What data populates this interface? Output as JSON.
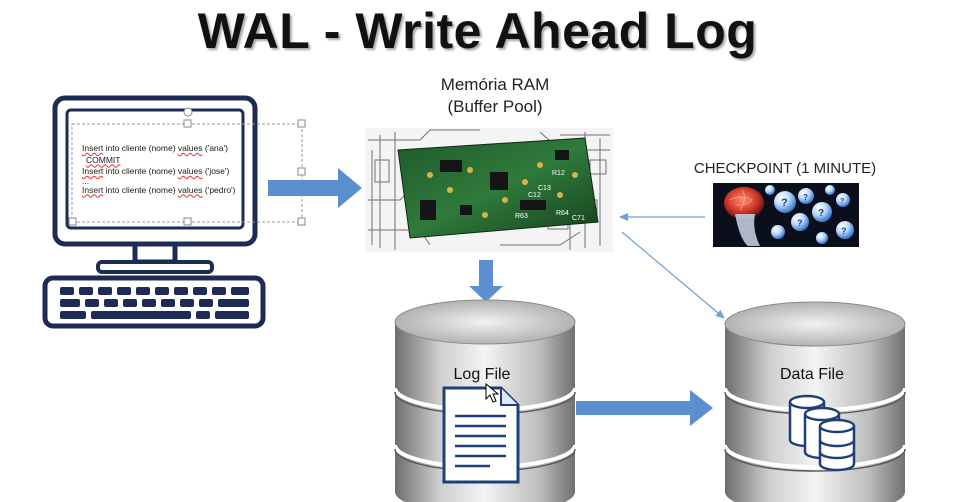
{
  "title": "WAL - Write Ahead Log",
  "memory": {
    "line1": "Memória RAM",
    "line2": "(Buffer Pool)"
  },
  "checkpoint": {
    "label": "CHECKPOINT (1 MINUTE)"
  },
  "terminal": {
    "lines": [
      {
        "pre": "Insert",
        "mid": " into cliente (nome) ",
        "kw": "values",
        "post": " ('ana')"
      },
      {
        "pre": "",
        "mid": "COMMIT",
        "kw": "",
        "post": ""
      },
      {
        "pre": "Insert",
        "mid": " into cliente (nome) ",
        "kw": "values",
        "post": " ('jose')"
      },
      {
        "pre": "",
        "mid": "...",
        "kw": "",
        "post": ""
      },
      {
        "pre": "Insert",
        "mid": " into cliente (nome) ",
        "kw": "values",
        "post": " ('pedro')"
      }
    ]
  },
  "log_db": {
    "label": "Log File"
  },
  "data_db": {
    "label": "Data File"
  },
  "colors": {
    "arrow": "#5b8fd0",
    "monitor": "#1e2b54",
    "connector": "#6f9fd6"
  }
}
